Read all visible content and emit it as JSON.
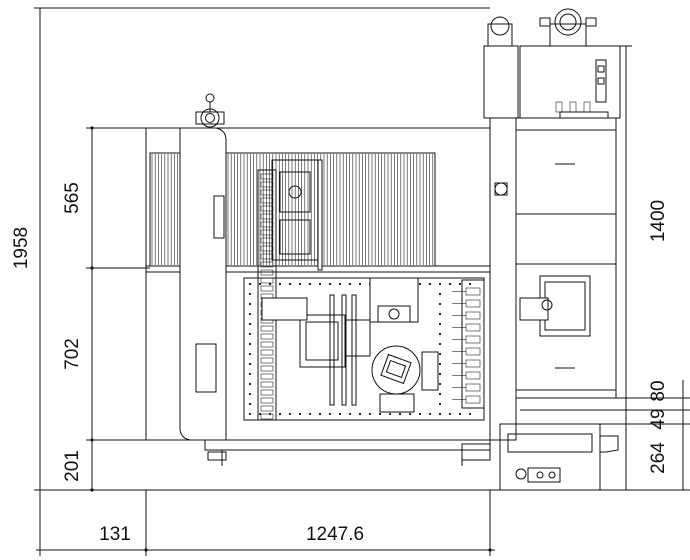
{
  "dimensions": {
    "total_height": "1958",
    "upper_section": "565",
    "middle_section": "702",
    "lower_section": "201",
    "right_cabinet": "1400",
    "right_gap_1": "80",
    "right_gap_2": "49",
    "right_panel": "264",
    "left_offset": "131",
    "main_width": "1247.6"
  }
}
